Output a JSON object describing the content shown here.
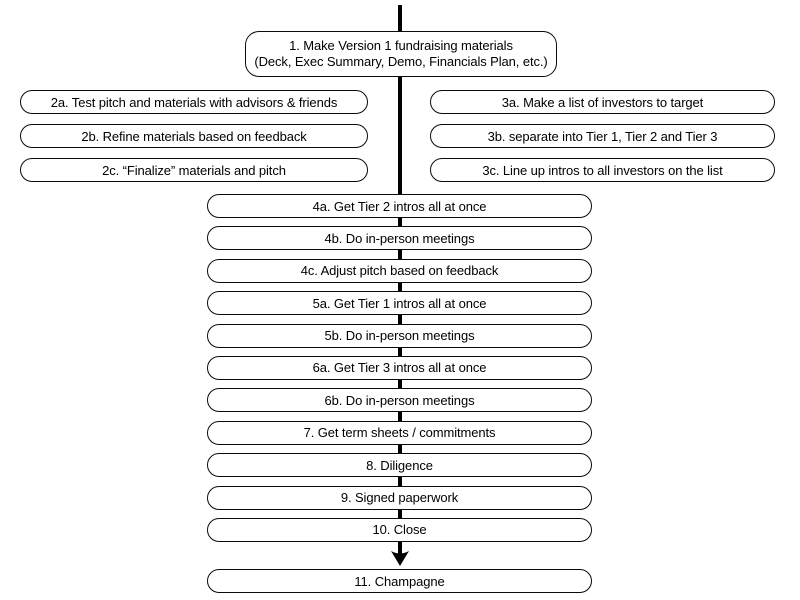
{
  "colors": {
    "background": "#ffffff",
    "flow_line": "#000000",
    "node_border": "#000000",
    "node_fill": "#ffffff",
    "text": "#000000"
  },
  "flowchart": {
    "node_1": {
      "line1": "1. Make Version 1 fundraising materials",
      "line2": "(Deck, Exec Summary, Demo, Financials Plan, etc.)"
    },
    "left_branch": [
      "2a. Test pitch and materials with advisors & friends",
      "2b. Refine materials based on feedback",
      "2c. “Finalize” materials and pitch"
    ],
    "right_branch": [
      "3a. Make a list of investors to target",
      "3b. separate into Tier 1, Tier 2 and Tier 3",
      "3c. Line up intros to all investors on the list"
    ],
    "sequence": [
      "4a. Get Tier 2 intros all at once",
      "4b. Do in-person meetings",
      "4c. Adjust pitch based on feedback",
      "5a. Get Tier 1 intros all at once",
      "5b. Do in-person meetings",
      "6a. Get Tier 3 intros all at once",
      "6b. Do in-person meetings",
      "7. Get term sheets / commitments",
      "8. Diligence",
      "9. Signed paperwork",
      "10. Close"
    ],
    "final_node": "11. Champagne"
  }
}
